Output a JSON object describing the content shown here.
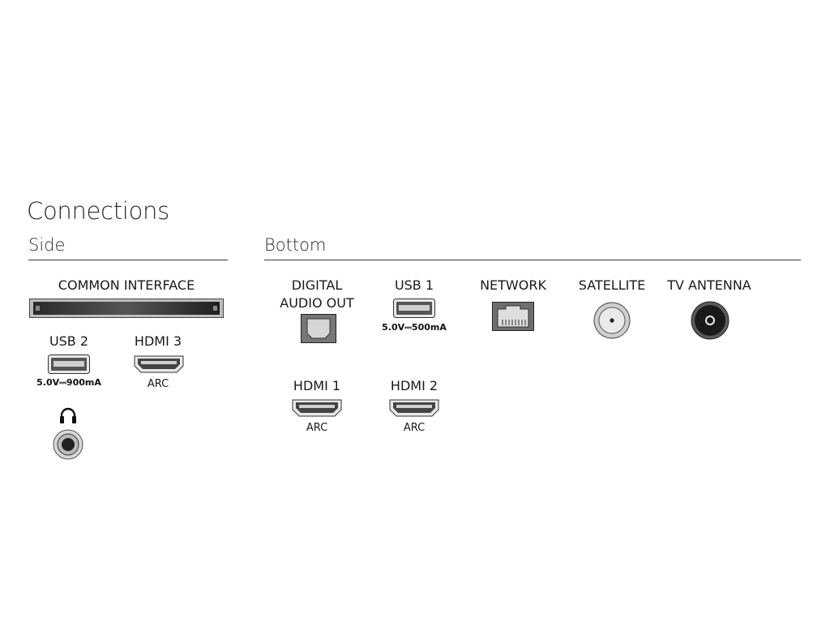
{
  "title": "Connections",
  "side": {
    "label": "Side",
    "ports": {
      "common_interface": {
        "label": "COMMON INTERFACE",
        "icon": "ci-slot-icon"
      },
      "usb2": {
        "label": "USB 2",
        "rating": "5.0V⎓900mA",
        "icon": "usb-port-icon"
      },
      "hdmi3": {
        "label": "HDMI 3",
        "sub": "ARC",
        "icon": "hdmi-port-icon"
      },
      "headphone": {
        "icon": "headphone-icon"
      }
    }
  },
  "bottom": {
    "label": "Bottom",
    "ports": {
      "digital_audio_out": {
        "label_line1": "DIGITAL",
        "label_line2": "AUDIO OUT",
        "icon": "optical-port-icon"
      },
      "usb1": {
        "label": "USB 1",
        "rating": "5.0V⎓500mA",
        "icon": "usb-port-icon"
      },
      "network": {
        "label": "NETWORK",
        "icon": "ethernet-port-icon"
      },
      "satellite": {
        "label": "SATELLITE",
        "icon": "satellite-connector-icon"
      },
      "tv_antenna": {
        "label": "TV ANTENNA",
        "icon": "antenna-connector-icon"
      },
      "hdmi1": {
        "label": "HDMI 1",
        "sub": "ARC",
        "icon": "hdmi-port-icon"
      },
      "hdmi2": {
        "label": "HDMI 2",
        "sub": "ARC",
        "icon": "hdmi-port-icon"
      }
    }
  }
}
